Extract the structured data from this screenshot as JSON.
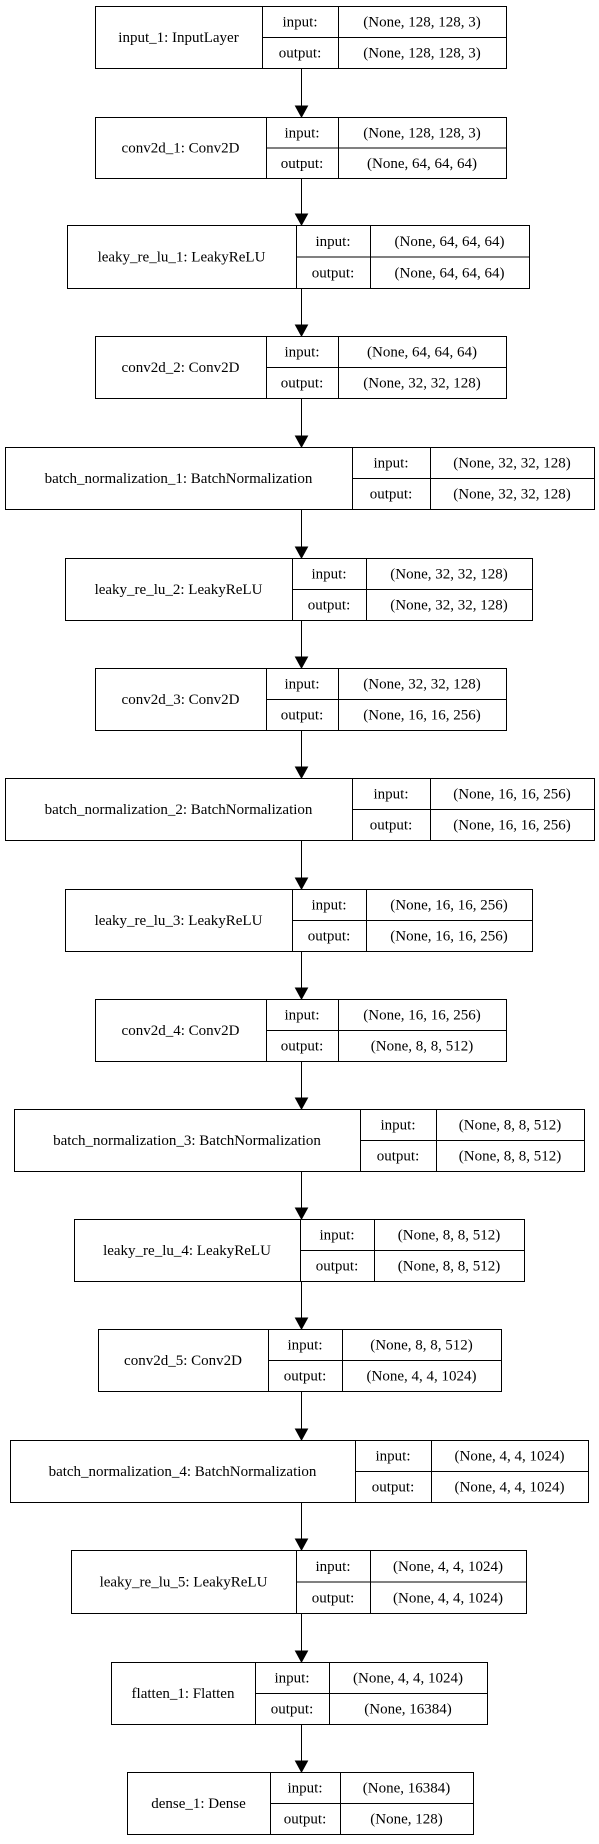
{
  "diagram": {
    "labels": {
      "input": "input:",
      "output": "output:"
    },
    "nodes": [
      {
        "name": "input_1: InputLayer",
        "input": "(None, 128, 128, 3)",
        "output": "(None, 128, 128, 3)"
      },
      {
        "name": "conv2d_1: Conv2D",
        "input": "(None, 128, 128, 3)",
        "output": "(None, 64, 64, 64)"
      },
      {
        "name": "leaky_re_lu_1: LeakyReLU",
        "input": "(None, 64, 64, 64)",
        "output": "(None, 64, 64, 64)"
      },
      {
        "name": "conv2d_2: Conv2D",
        "input": "(None, 64, 64, 64)",
        "output": "(None, 32, 32, 128)"
      },
      {
        "name": "batch_normalization_1: BatchNormalization",
        "input": "(None, 32, 32, 128)",
        "output": "(None, 32, 32, 128)"
      },
      {
        "name": "leaky_re_lu_2: LeakyReLU",
        "input": "(None, 32, 32, 128)",
        "output": "(None, 32, 32, 128)"
      },
      {
        "name": "conv2d_3: Conv2D",
        "input": "(None, 32, 32, 128)",
        "output": "(None, 16, 16, 256)"
      },
      {
        "name": "batch_normalization_2: BatchNormalization",
        "input": "(None, 16, 16, 256)",
        "output": "(None, 16, 16, 256)"
      },
      {
        "name": "leaky_re_lu_3: LeakyReLU",
        "input": "(None, 16, 16, 256)",
        "output": "(None, 16, 16, 256)"
      },
      {
        "name": "conv2d_4: Conv2D",
        "input": "(None, 16, 16, 256)",
        "output": "(None, 8, 8, 512)"
      },
      {
        "name": "batch_normalization_3: BatchNormalization",
        "input": "(None, 8, 8, 512)",
        "output": "(None, 8, 8, 512)"
      },
      {
        "name": "leaky_re_lu_4: LeakyReLU",
        "input": "(None, 8, 8, 512)",
        "output": "(None, 8, 8, 512)"
      },
      {
        "name": "conv2d_5: Conv2D",
        "input": "(None, 8, 8, 512)",
        "output": "(None, 4, 4, 1024)"
      },
      {
        "name": "batch_normalization_4: BatchNormalization",
        "input": "(None, 4, 4, 1024)",
        "output": "(None, 4, 4, 1024)"
      },
      {
        "name": "leaky_re_lu_5: LeakyReLU",
        "input": "(None, 4, 4, 1024)",
        "output": "(None, 4, 4, 1024)"
      },
      {
        "name": "flatten_1: Flatten",
        "input": "(None, 4, 4, 1024)",
        "output": "(None, 16384)"
      },
      {
        "name": "dense_1: Dense",
        "input": "(None, 16384)",
        "output": "(None, 128)"
      }
    ]
  }
}
